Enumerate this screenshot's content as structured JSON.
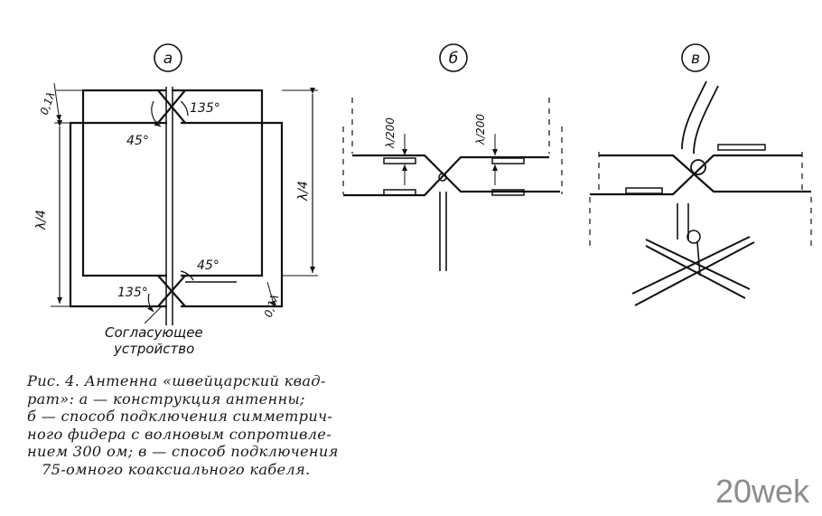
{
  "panels": [
    {
      "letter": "а"
    },
    {
      "letter": "б"
    },
    {
      "letter": "в"
    }
  ],
  "panel_a": {
    "dim_small_top": "0,1λ",
    "dim_small_bottom": "0,1λ",
    "dim_quarter_left": "λ/4",
    "dim_quarter_right": "λ/4",
    "angle_top_1": "135°",
    "angle_top_2": "45°",
    "angle_bottom_1": "45°",
    "angle_bottom_2": "135°",
    "device_line1": "Согласующее",
    "device_line2": "устройство"
  },
  "panel_b": {
    "dim_left": "λ/200",
    "dim_right": "λ/200"
  },
  "caption": {
    "line1": "Рис. 4. Антенна «швейцарский квад-",
    "line2": "рат»:  а — конструкция   антенны;",
    "line3": "б — способ подключения симметрич-",
    "line4": "ного фидера с волновым сопротивле-",
    "line5": "нием 300 ом; в — способ подключения",
    "line6": "75-омного коаксиального  кабеля."
  },
  "watermark": "20wek"
}
